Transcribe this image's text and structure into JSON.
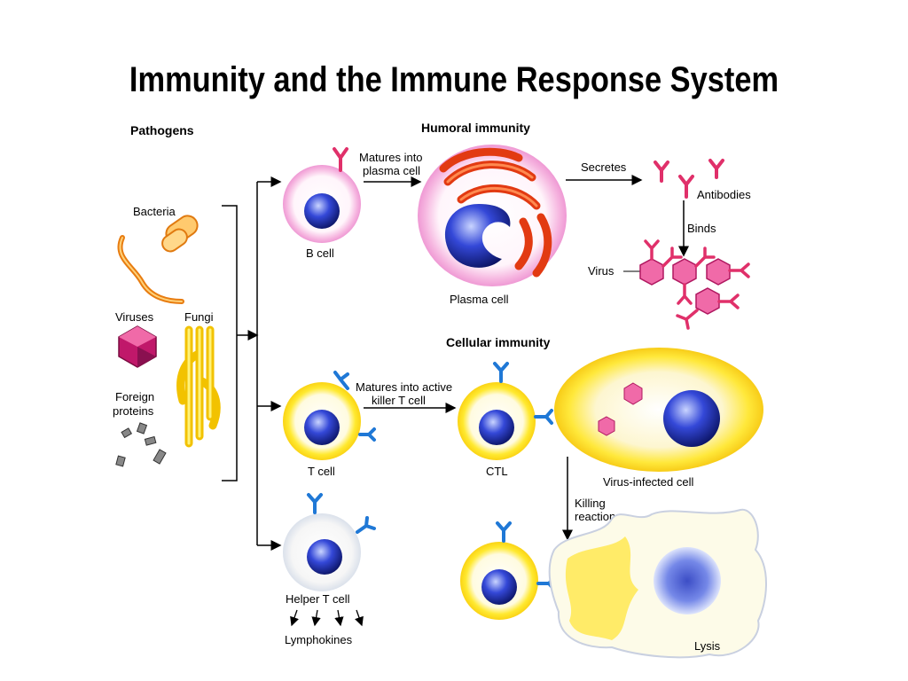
{
  "slide": {
    "title": "Immunity and the Immune Response System"
  },
  "diagram": {
    "pathogens_heading": "Pathogens",
    "humoral_heading": "Humoral immunity",
    "cellular_heading": "Cellular immunity",
    "labels": {
      "bacteria": "Bacteria",
      "viruses": "Viruses",
      "fungi": "Fungi",
      "foreign_line1": "Foreign",
      "foreign_line2": "proteins",
      "b_cell": "B cell",
      "matures_plasma_line1": "Matures into",
      "matures_plasma_line2": "plasma cell",
      "plasma_cell": "Plasma cell",
      "secretes": "Secretes",
      "antibodies": "Antibodies",
      "binds": "Binds",
      "virus": "Virus",
      "t_cell": "T cell",
      "matures_ctl_line1": "Matures into active",
      "matures_ctl_line2": "killer T cell",
      "ctl": "CTL",
      "virus_infected_cell": "Virus-infected cell",
      "killing_line1": "Killing",
      "killing_line2": "reaction",
      "helper_t_cell": "Helper T cell",
      "lymphokines": "Lymphokines",
      "lysis": "Lysis"
    },
    "colors": {
      "b_cell_ring": "#f4a3d8",
      "t_cell_ring": "#ffe000",
      "nucleus": "#2b3fd0",
      "receptor": "#1f78d6",
      "plasma_er": "#e23a12",
      "virus": "#e0308a",
      "antibody": "#e0306a"
    }
  }
}
